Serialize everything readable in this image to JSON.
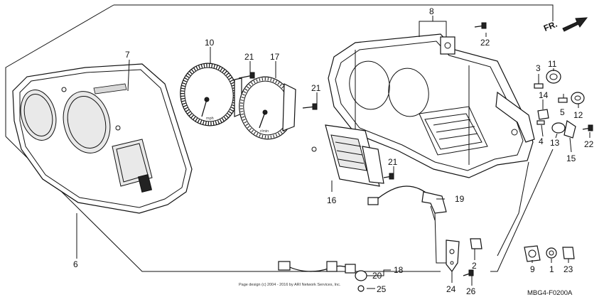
{
  "direction_label": "FR.",
  "diagram_code": "MBG4-F0200A",
  "copyright": "Page design (c) 2004 - 2016 by ARI Network Services, Inc.",
  "gauge_texts": {
    "speedo_unit": "mph",
    "tacho_unit": "r/min"
  },
  "parts": [
    {
      "id": "p1",
      "number": "1"
    },
    {
      "id": "p2",
      "number": "2"
    },
    {
      "id": "p3",
      "number": "3"
    },
    {
      "id": "p4",
      "number": "4"
    },
    {
      "id": "p5",
      "number": "5"
    },
    {
      "id": "p6",
      "number": "6"
    },
    {
      "id": "p7",
      "number": "7"
    },
    {
      "id": "p8",
      "number": "8"
    },
    {
      "id": "p9",
      "number": "9"
    },
    {
      "id": "p10",
      "number": "10"
    },
    {
      "id": "p11",
      "number": "11"
    },
    {
      "id": "p12",
      "number": "12"
    },
    {
      "id": "p13",
      "number": "13"
    },
    {
      "id": "p14",
      "number": "14"
    },
    {
      "id": "p15",
      "number": "15"
    },
    {
      "id": "p16",
      "number": "16"
    },
    {
      "id": "p17",
      "number": "17"
    },
    {
      "id": "p18",
      "number": "18"
    },
    {
      "id": "p19",
      "number": "19"
    },
    {
      "id": "p20",
      "number": "20"
    },
    {
      "id": "p21a",
      "number": "21"
    },
    {
      "id": "p21b",
      "number": "21"
    },
    {
      "id": "p21c",
      "number": "21"
    },
    {
      "id": "p22a",
      "number": "22"
    },
    {
      "id": "p22b",
      "number": "22"
    },
    {
      "id": "p23",
      "number": "23"
    },
    {
      "id": "p24",
      "number": "24"
    },
    {
      "id": "p25",
      "number": "25"
    },
    {
      "id": "p26",
      "number": "26"
    }
  ]
}
